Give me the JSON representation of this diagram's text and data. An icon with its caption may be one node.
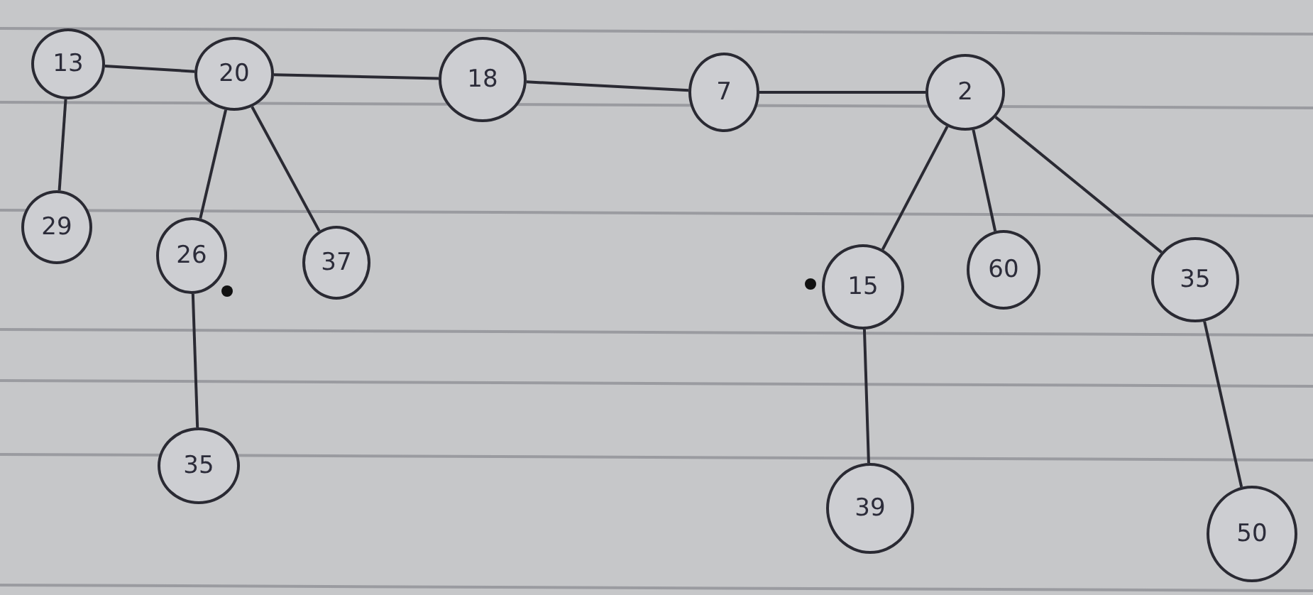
{
  "diagram": {
    "nodes": [
      {
        "text": [
          "13"
        ]
      },
      {
        "text": [
          "20"
        ]
      },
      {
        "text": [
          "18"
        ]
      },
      {
        "text": [
          "7"
        ]
      },
      {
        "text": [
          "2"
        ]
      },
      {
        "text": [
          "29"
        ]
      },
      {
        "text": [
          "26"
        ]
      },
      {
        "text": [
          "37"
        ]
      },
      {
        "text": [
          "15"
        ]
      },
      {
        "text": [
          "60"
        ]
      },
      {
        "text": [
          "35"
        ]
      },
      {
        "text": [
          "35"
        ]
      },
      {
        "text": [
          "39"
        ]
      },
      {
        "text": [
          "50"
        ]
      }
    ],
    "edges": [
      {
        "from": 0,
        "to": 1,
        "arrow": "none"
      },
      {
        "from": 1,
        "to": 2,
        "arrow": "none"
      },
      {
        "from": 2,
        "to": 3,
        "arrow": "none"
      },
      {
        "from": 3,
        "to": 4,
        "arrow": "none"
      },
      {
        "from": 0,
        "to": 5,
        "arrow": "none"
      },
      {
        "from": 1,
        "to": 6,
        "arrow": "none"
      },
      {
        "from": 1,
        "to": 7,
        "arrow": "none"
      },
      {
        "from": 4,
        "to": 8,
        "arrow": "none"
      },
      {
        "from": 4,
        "to": 9,
        "arrow": "none"
      },
      {
        "from": 4,
        "to": 10,
        "arrow": "none"
      },
      {
        "from": 6,
        "to": 11,
        "arrow": "none"
      },
      {
        "from": 8,
        "to": 12,
        "arrow": "none"
      },
      {
        "from": 10,
        "to": 13,
        "arrow": "none"
      }
    ]
  }
}
